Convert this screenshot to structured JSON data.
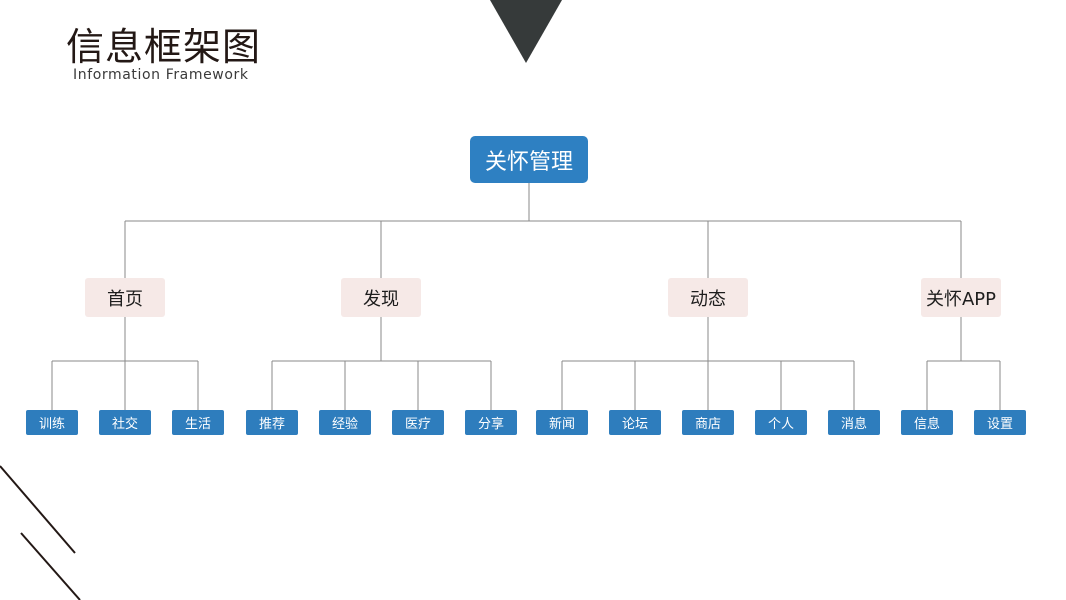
{
  "header": {
    "title": "信息框架图",
    "subtitle": "Information Framework"
  },
  "colors": {
    "root_fill": "#2e80c2",
    "category_fill": "#f6e9e7",
    "leaf_fill": "#2e7dbd",
    "connector": "#8a8a8a",
    "triangle": "#363a3a"
  },
  "tree": {
    "root": "关怀管理",
    "categories": [
      {
        "label": "首页",
        "children": [
          "训练",
          "社交",
          "生活"
        ]
      },
      {
        "label": "发现",
        "children": [
          "推荐",
          "经验",
          "医疗",
          "分享"
        ]
      },
      {
        "label": "动态",
        "children": [
          "新闻",
          "论坛",
          "商店",
          "个人",
          "消息"
        ]
      },
      {
        "label": "关怀APP",
        "children": [
          "信息",
          "设置"
        ]
      }
    ]
  }
}
